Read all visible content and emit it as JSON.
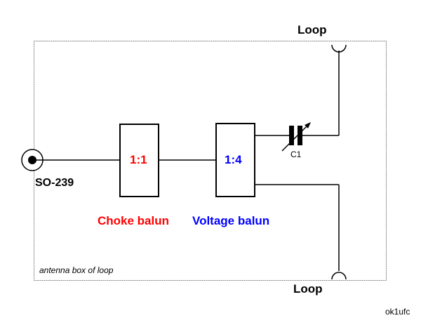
{
  "labels": {
    "loop_top": "Loop",
    "loop_bottom": "Loop",
    "connector": "SO-239",
    "choke_ratio": "1:1",
    "voltage_ratio": "1:4",
    "capacitor": "C1",
    "choke_name": "Choke balun",
    "voltage_name": "Voltage balun",
    "box_caption": "antenna box of loop",
    "author": "ok1ufc"
  },
  "colors": {
    "choke": "#ff0000",
    "voltage": "#0000ff",
    "wire": "#000000",
    "box_border": "#808080"
  }
}
